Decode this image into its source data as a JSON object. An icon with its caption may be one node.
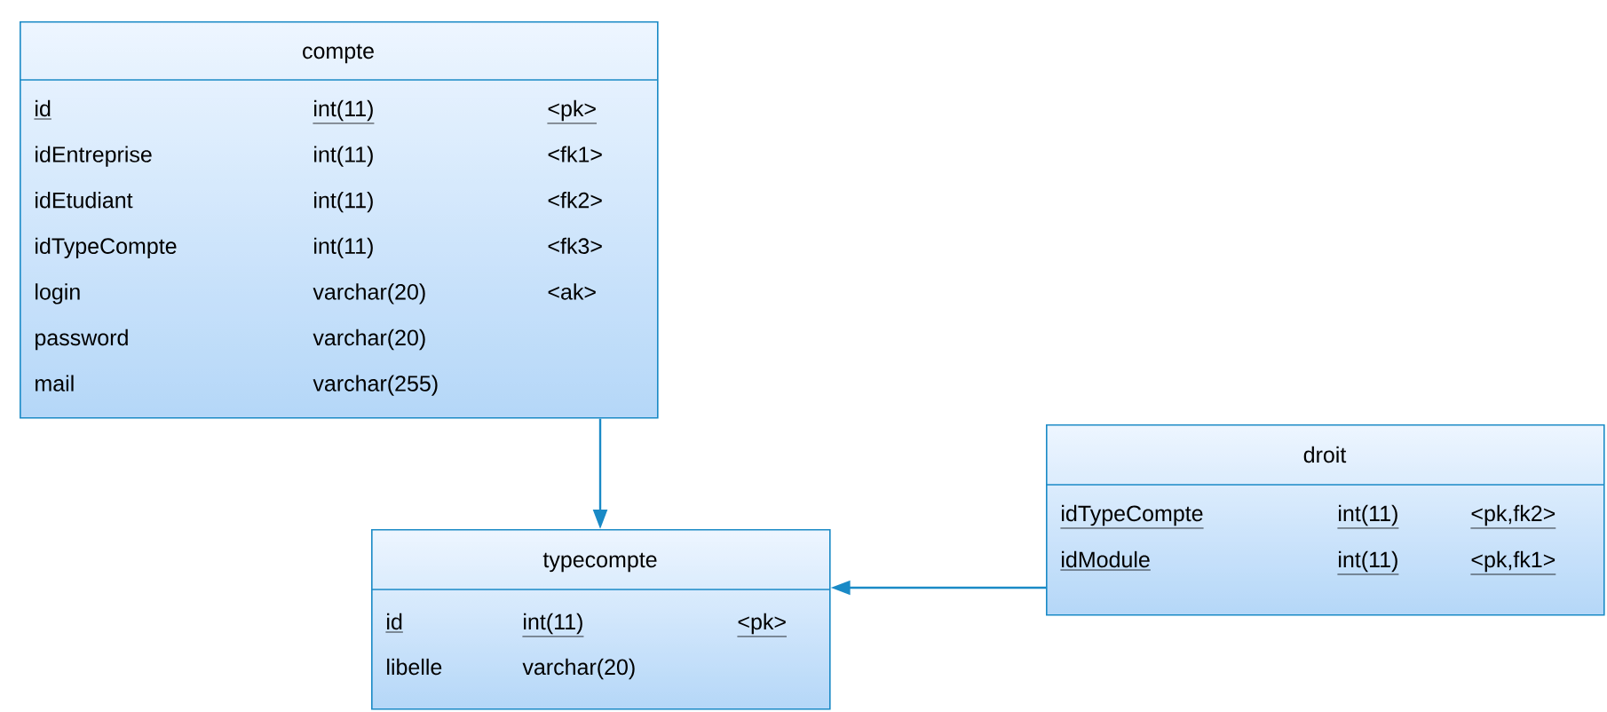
{
  "diagram": {
    "nodes": [
      {
        "text": [
          "compte",
          "id",
          "int(11)",
          "<pk>",
          "idEntreprise",
          "int(11)",
          "<fk1>",
          "idEtudiant",
          "int(11)",
          "<fk2>",
          "idTypeCompte",
          "int(11)",
          "<fk3>",
          "login",
          "varchar(20)",
          "<ak>",
          "password",
          "varchar(20)",
          "mail",
          "varchar(255)"
        ]
      },
      {
        "text": [
          "typecompte",
          "id",
          "int(11)",
          "<pk>",
          "libelle",
          "varchar(20)"
        ]
      },
      {
        "text": [
          "droit",
          "idTypeCompte",
          "int(11)",
          "<pk,fk2>",
          "idModule",
          "int(11)",
          "<pk,fk1>"
        ]
      }
    ],
    "edges": [
      {
        "from": 0,
        "to": 1,
        "arrow": "to"
      },
      {
        "from": 2,
        "to": 1,
        "arrow": "to"
      }
    ]
  }
}
